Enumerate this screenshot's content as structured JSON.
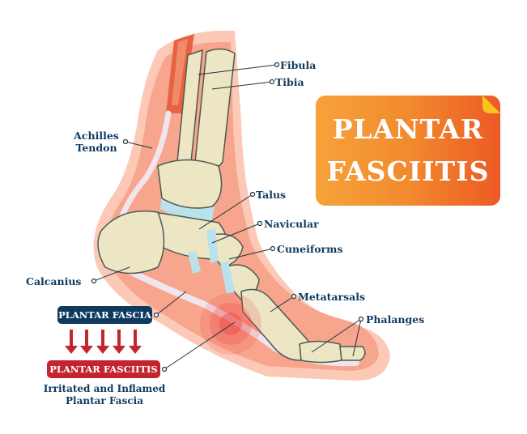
{
  "title": {
    "line1": "PLANTAR",
    "line2": "FASCIITIS",
    "gradient_colors": [
      "#f6a23a",
      "#ec5a24"
    ],
    "corner_fold_color": "#f7c51c"
  },
  "labels": {
    "fibula": "Fibula",
    "tibia": "Tibia",
    "achilles_line1": "Achilles",
    "achilles_line2": "Tendon",
    "talus": "Talus",
    "navicular": "Navicular",
    "cuneiforms": "Cuneiforms",
    "calcanius": "Calcanius",
    "metatarsals": "Metatarsals",
    "phalanges": "Phalanges"
  },
  "legend": {
    "plantar_fascia": "PLANTAR FASCIA",
    "plantar_fasciitis": "PLANTAR FASCIITIS",
    "caption_line1": "Irritated and Inflamed",
    "caption_line2": "Plantar Fascia",
    "arrow_count": 5,
    "colors": {
      "fascia_box": "#0f3a5f",
      "fasciitis_box": "#c4242d",
      "arrows": "#c4242d",
      "text": "#0f3a5f"
    }
  },
  "colors": {
    "skin": "#f7a58c",
    "skin_light": "#fbc9b6",
    "bone": "#ece6c4",
    "cartilage": "#b9e2ec",
    "tendon": "#f0e4ef",
    "muscle": "#e8623f",
    "inflammation": "#ee4a4a",
    "outline": "#4d5a52"
  }
}
